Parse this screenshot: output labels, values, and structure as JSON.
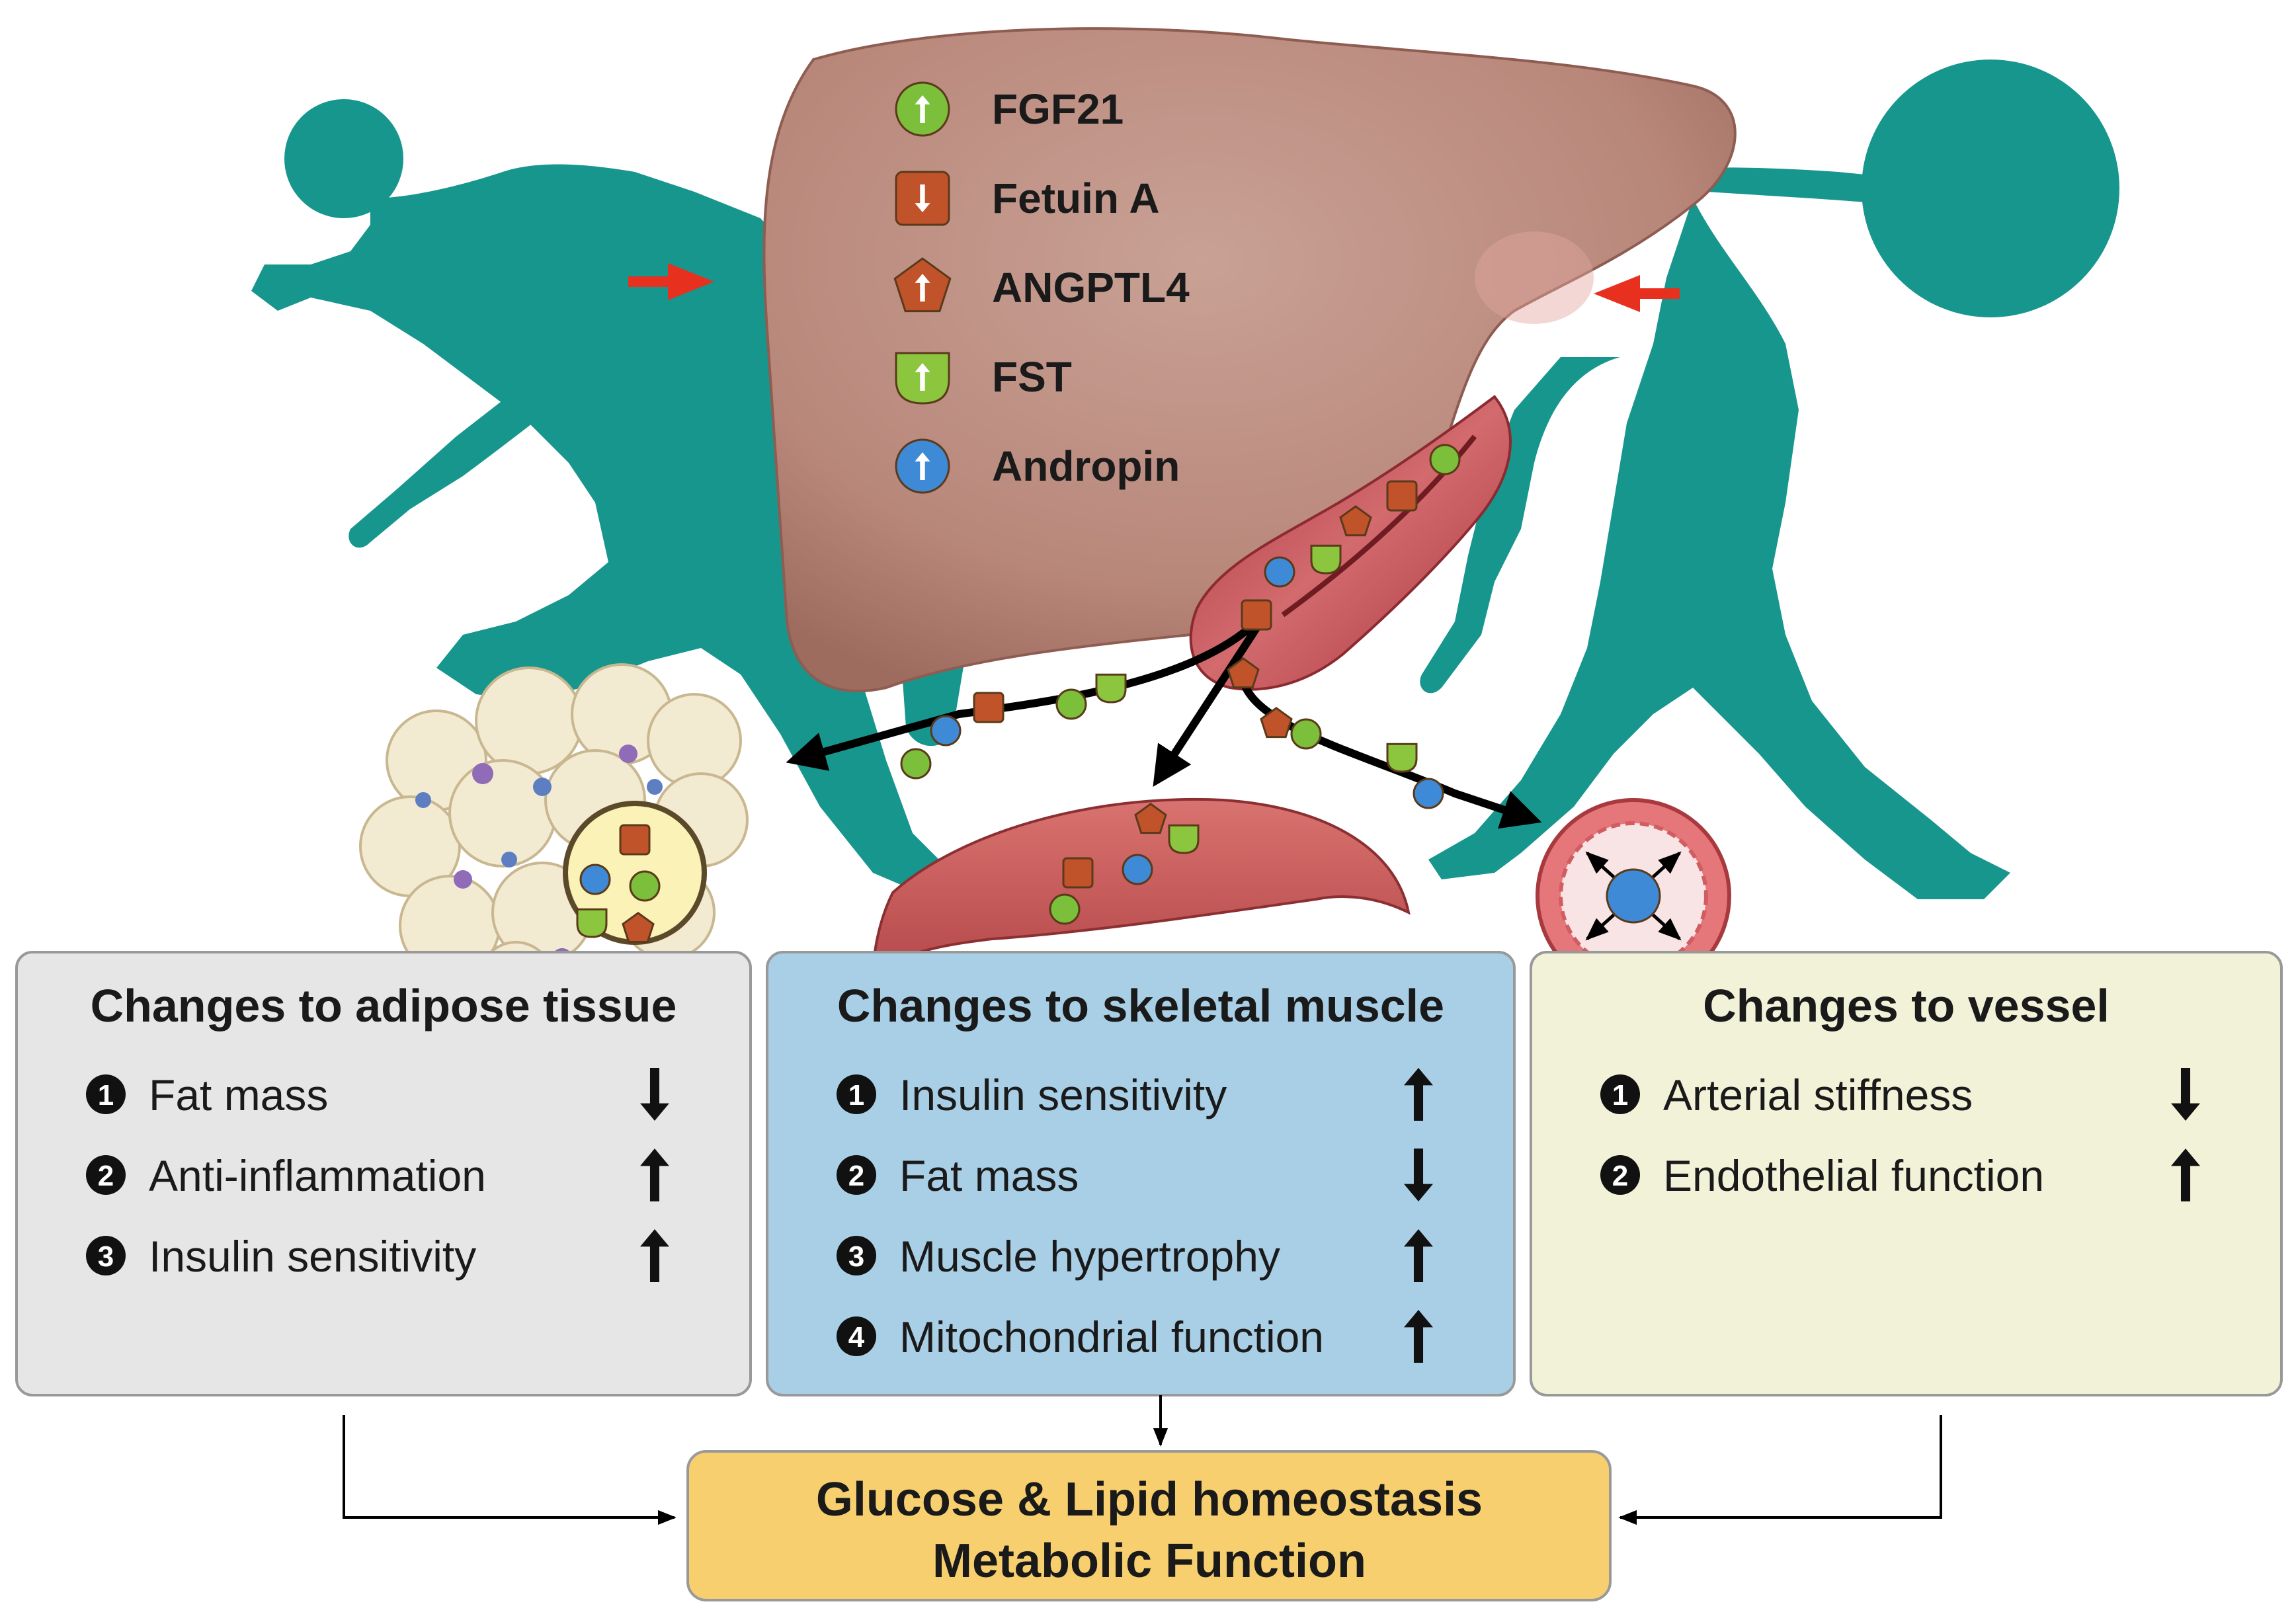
{
  "legend": [
    {
      "label": "FGF21",
      "shape": "circle",
      "color": "#7bbf3a",
      "direction": "up"
    },
    {
      "label": "Fetuin A",
      "shape": "square",
      "color": "#c1532b",
      "direction": "down"
    },
    {
      "label": "ANGPTL4",
      "shape": "pentagon",
      "color": "#c1532b",
      "direction": "up"
    },
    {
      "label": "FST",
      "shape": "shield",
      "color": "#8cc63f",
      "direction": "up"
    },
    {
      "label": "Andropin",
      "shape": "circle",
      "color": "#3f8ad6",
      "direction": "up"
    }
  ],
  "boxes": [
    {
      "title": "Changes to adipose tissue",
      "background": "#e6e6e6",
      "items": [
        {
          "number": "1",
          "label": "Fat mass",
          "direction": "down"
        },
        {
          "number": "2",
          "label": "Anti-inflammation",
          "direction": "up"
        },
        {
          "number": "3",
          "label": "Insulin sensitivity",
          "direction": "up"
        }
      ]
    },
    {
      "title": "Changes to skeletal muscle",
      "background": "#a9cfe6",
      "items": [
        {
          "number": "1",
          "label": "Insulin sensitivity",
          "direction": "up"
        },
        {
          "number": "2",
          "label": "Fat mass",
          "direction": "down"
        },
        {
          "number": "3",
          "label": "Muscle hypertrophy",
          "direction": "up"
        },
        {
          "number": "4",
          "label": "Mitochondrial function",
          "direction": "up"
        }
      ]
    },
    {
      "title": "Changes to vessel",
      "background": "#f2f2d9",
      "items": [
        {
          "number": "1",
          "label": "Arterial stiffness",
          "direction": "down"
        },
        {
          "number": "2",
          "label": "Endothelial function",
          "direction": "up"
        }
      ]
    }
  ],
  "outcome": {
    "line1": "Glucose & Lipid homeostasis",
    "line2": "Metabolic Function",
    "background": "#f7cf6e"
  },
  "colors": {
    "silhouette": "#17968e",
    "liver": "#b8877a",
    "vessel": "#c4545a",
    "muscle": "#c9615f",
    "pointer_arrow": "#e8301e"
  }
}
